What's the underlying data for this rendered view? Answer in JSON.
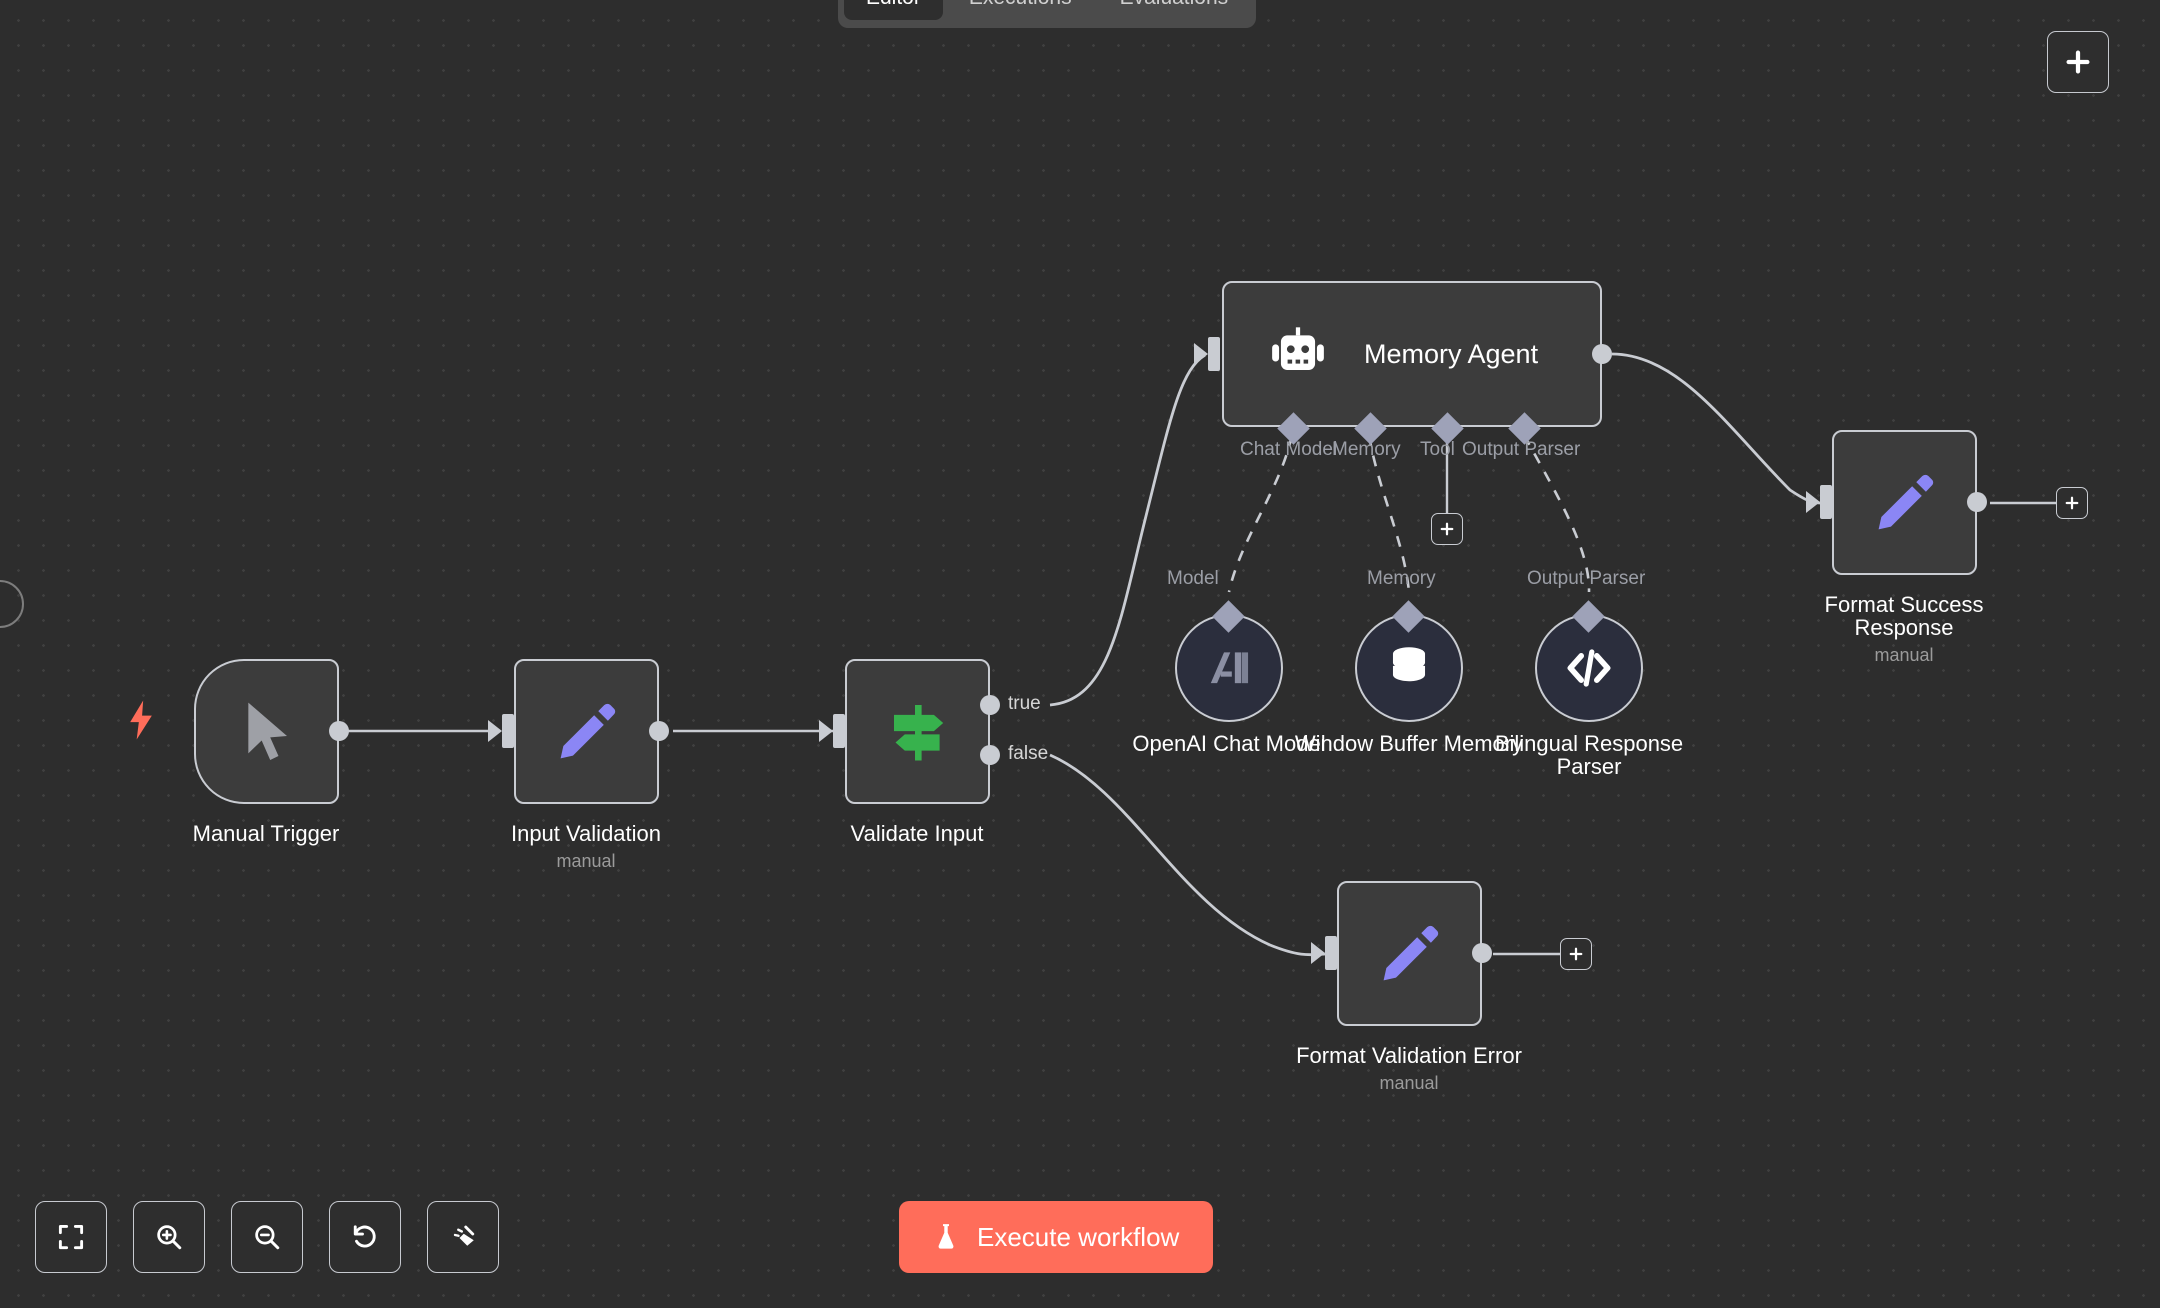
{
  "app": {
    "name": "n8n-workflow-editor",
    "canvas_background": "#2d2d2d",
    "accent_color": "#ff6d5a",
    "node_fill": "#3c3c3c",
    "node_border": "#c9ccd2"
  },
  "tabs": [
    {
      "label": "Editor",
      "active": true
    },
    {
      "label": "Executions",
      "active": false
    },
    {
      "label": "Evaluations",
      "active": false
    }
  ],
  "add_node_button": {
    "icon": "plus-icon",
    "label": "+"
  },
  "nodes": [
    {
      "id": "manual-trigger",
      "title": "Manual Trigger",
      "subtitle": "",
      "icon": "cursor-pointer-icon",
      "shape": "trigger",
      "icon_color": "#9ea0a6"
    },
    {
      "id": "input-validation",
      "title": "Input Validation",
      "subtitle": "manual",
      "icon": "pencil-icon",
      "shape": "rect",
      "icon_color": "#8b86f5"
    },
    {
      "id": "validate-input",
      "title": "Validate Input",
      "subtitle": "",
      "icon": "signpost-icon",
      "shape": "rect",
      "icon_color": "#37b24d",
      "outputs": [
        "true",
        "false"
      ]
    },
    {
      "id": "memory-agent",
      "title": "Memory Agent",
      "subtitle": "",
      "icon": "robot-icon",
      "shape": "agent",
      "icon_color": "#ffffff",
      "ports": [
        "Chat Model",
        "Memory",
        "Tool",
        "Output Parser"
      ]
    },
    {
      "id": "format-success-response",
      "title": "Format Success Response",
      "subtitle": "manual",
      "icon": "pencil-icon",
      "shape": "rect",
      "icon_color": "#8b86f5"
    },
    {
      "id": "format-validation-error",
      "title": "Format Validation Error",
      "subtitle": "manual",
      "icon": "pencil-icon",
      "shape": "rect",
      "icon_color": "#8b86f5"
    }
  ],
  "subnodes": [
    {
      "id": "openai-chat-model",
      "title": "OpenAI Chat Model",
      "port_label": "Model",
      "icon": "anthropic-ai-icon",
      "icon_color": "#8b8fa3"
    },
    {
      "id": "window-buffer-memory",
      "title": "Window Buffer Memory",
      "port_label": "Memory",
      "icon": "database-icon",
      "icon_color": "#ffffff"
    },
    {
      "id": "bilingual-response-parser",
      "title": "Bilingual Response Parser",
      "port_label": "Output Parser",
      "icon": "code-brackets-icon",
      "icon_color": "#ffffff"
    }
  ],
  "toolbar": [
    {
      "id": "zoom-to-fit",
      "icon": "fit-screen-icon",
      "label": "Zoom to fit"
    },
    {
      "id": "zoom-in",
      "icon": "zoom-in-icon",
      "label": "Zoom in"
    },
    {
      "id": "zoom-out",
      "icon": "zoom-out-icon",
      "label": "Zoom out"
    },
    {
      "id": "reset-zoom",
      "icon": "undo-arrow-icon",
      "label": "Reset zoom"
    },
    {
      "id": "tidy-up",
      "icon": "broom-icon",
      "label": "Tidy up"
    }
  ],
  "execute_button": {
    "label": "Execute workflow",
    "icon": "flask-icon",
    "color": "#ff6d5a"
  },
  "trigger_indicator": {
    "icon": "lightning-bolt-icon",
    "color": "#ff6d5a"
  },
  "plus_stubs": [
    {
      "id": "plus-after-format-success"
    },
    {
      "id": "plus-after-format-error"
    },
    {
      "id": "plus-tool-port"
    }
  ]
}
